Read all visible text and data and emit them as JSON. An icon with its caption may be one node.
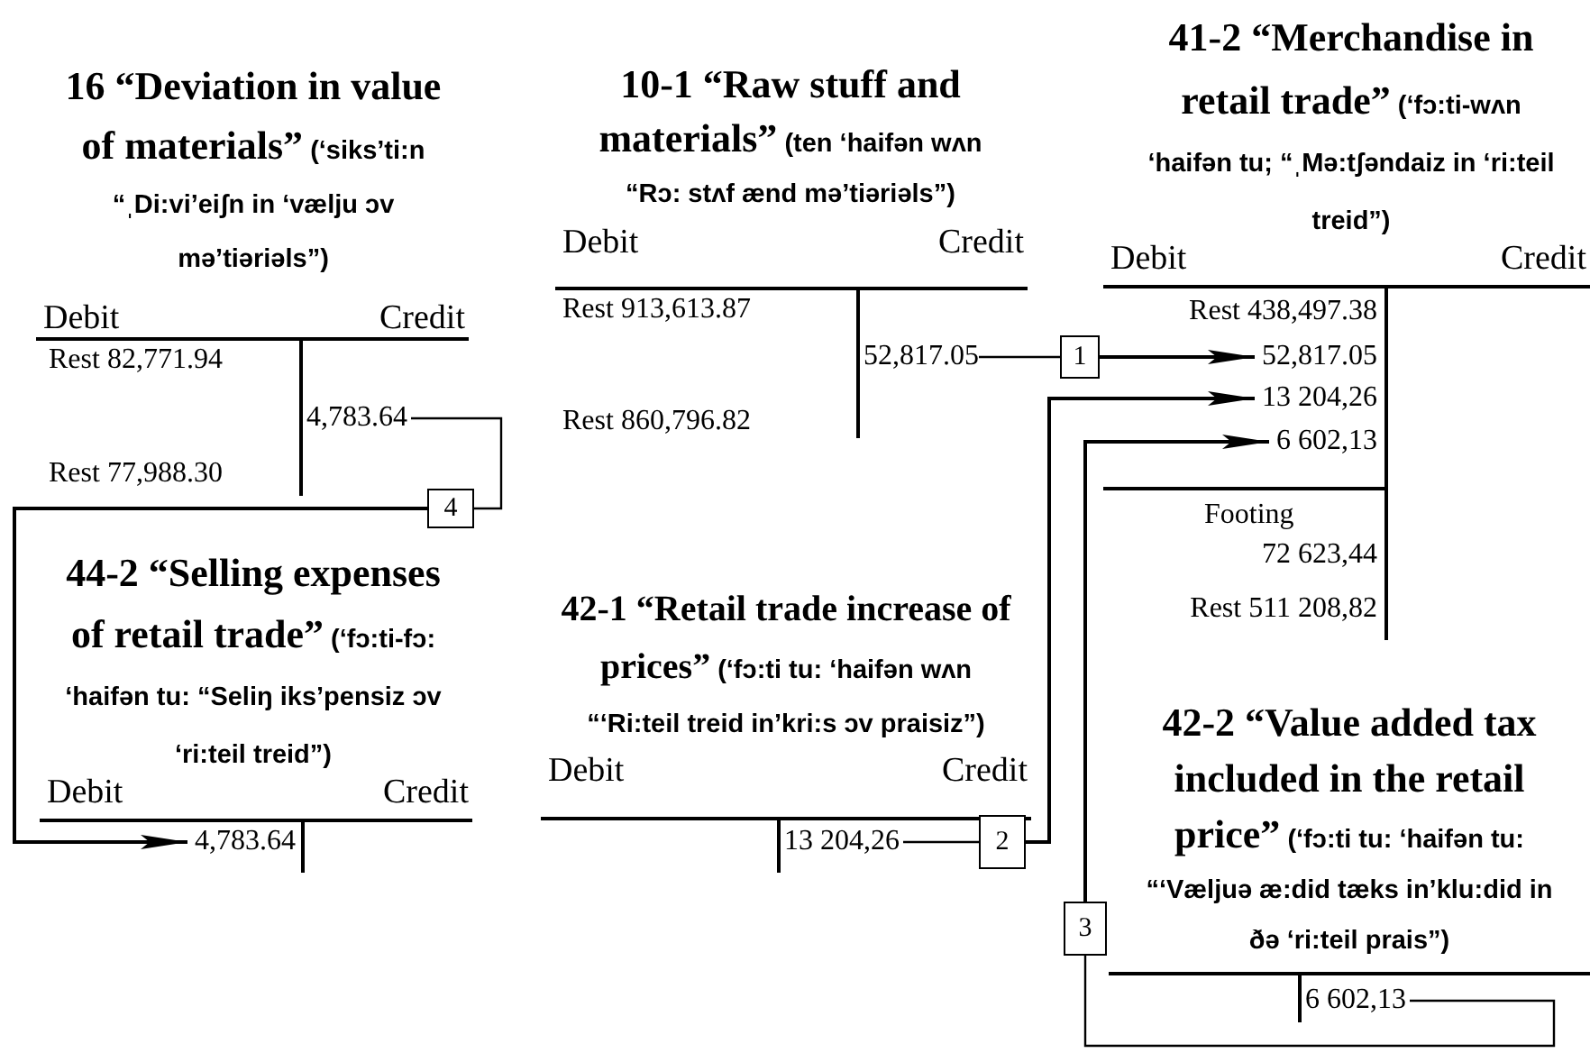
{
  "diagram": {
    "nodes": [
      {
        "text": [
          "16 “Deviation in value of materials”",
          "(‘siks’ti:n “ˌDi:vi’eiʃn in ‘vælju ɔv mə’tiəriəls”)",
          "Debit",
          "Credit"
        ]
      },
      {
        "text": [
          "Rest 82,771.94"
        ],
        "in": 0
      },
      {
        "text": [
          "4,783.64"
        ],
        "in": 0
      },
      {
        "text": [
          "Rest 77,988.30"
        ],
        "in": 0
      },
      {
        "text": [
          "10-1 “Raw stuff and materials”",
          "(ten ‘haifən wʌn “Rɔ: stʌf ænd mə’tiəriəls”)",
          "Debit",
          "Credit"
        ]
      },
      {
        "text": [
          "Rest 913,613.87"
        ],
        "in": 4
      },
      {
        "text": [
          "52,817.05"
        ],
        "in": 4
      },
      {
        "text": [
          "Rest 860,796.82"
        ],
        "in": 4
      },
      {
        "text": [
          "41-2 “Merchandise in retail trade”",
          "(‘fɔ:ti-wʌn ‘haifən tu; “ˌMə:tʃəndaiz in ‘ri:teil treid”)",
          "Debit",
          "Credit"
        ]
      },
      {
        "text": [
          "Rest 438,497.38"
        ],
        "in": 8
      },
      {
        "text": [
          "52,817.05"
        ],
        "in": 8
      },
      {
        "text": [
          "13 204,26"
        ],
        "in": 8
      },
      {
        "text": [
          "6 602,13"
        ],
        "in": 8
      },
      {
        "text": [
          "Footing"
        ],
        "in": 8
      },
      {
        "text": [
          "72 623,44"
        ],
        "in": 8
      },
      {
        "text": [
          "Rest 511 208,82"
        ],
        "in": 8
      },
      {
        "text": [
          "1"
        ]
      },
      {
        "text": [
          "4"
        ]
      },
      {
        "text": [
          "44-2 “Selling expenses of retail trade”",
          "(‘fɔ:ti-fɔ: ‘haifən tu: “Seliŋ iks’pensiz ɔv ‘ri:teil treid”)",
          "Debit",
          "Credit"
        ]
      },
      {
        "text": [
          "4,783.64"
        ],
        "in": 18
      },
      {
        "text": [
          "42-1 “Retail trade increase of prices”",
          "(‘fɔ:ti tu: ‘haifən wʌn “‘Ri:teil treid in’kri:s ɔv praisiz”)",
          "Debit",
          "Credit"
        ]
      },
      {
        "text": [
          "13 204,26"
        ],
        "in": 20
      },
      {
        "text": [
          "2"
        ]
      },
      {
        "text": [
          "3"
        ]
      },
      {
        "text": [
          "42-2 “Value added tax included in the retail price”",
          "(‘fɔ:ti tu: ‘haifən tu: “‘Væljuə æ:did tæks in’klu:did in ðə ‘ri:teil prais”)"
        ]
      },
      {
        "text": [
          "6 602,13"
        ],
        "in": 24
      }
    ],
    "edges": [
      {
        "from": 6,
        "to": 16,
        "arrow": "none"
      },
      {
        "from": 16,
        "to": 10,
        "arrow": "to"
      },
      {
        "from": 2,
        "to": 17,
        "arrow": "none"
      },
      {
        "from": 17,
        "to": 19,
        "arrow": "to"
      },
      {
        "from": 21,
        "to": 22,
        "arrow": "none"
      },
      {
        "from": 22,
        "to": 11,
        "arrow": "to"
      },
      {
        "from": 25,
        "to": 23,
        "arrow": "none"
      },
      {
        "from": 23,
        "to": 12,
        "arrow": "to"
      }
    ]
  }
}
